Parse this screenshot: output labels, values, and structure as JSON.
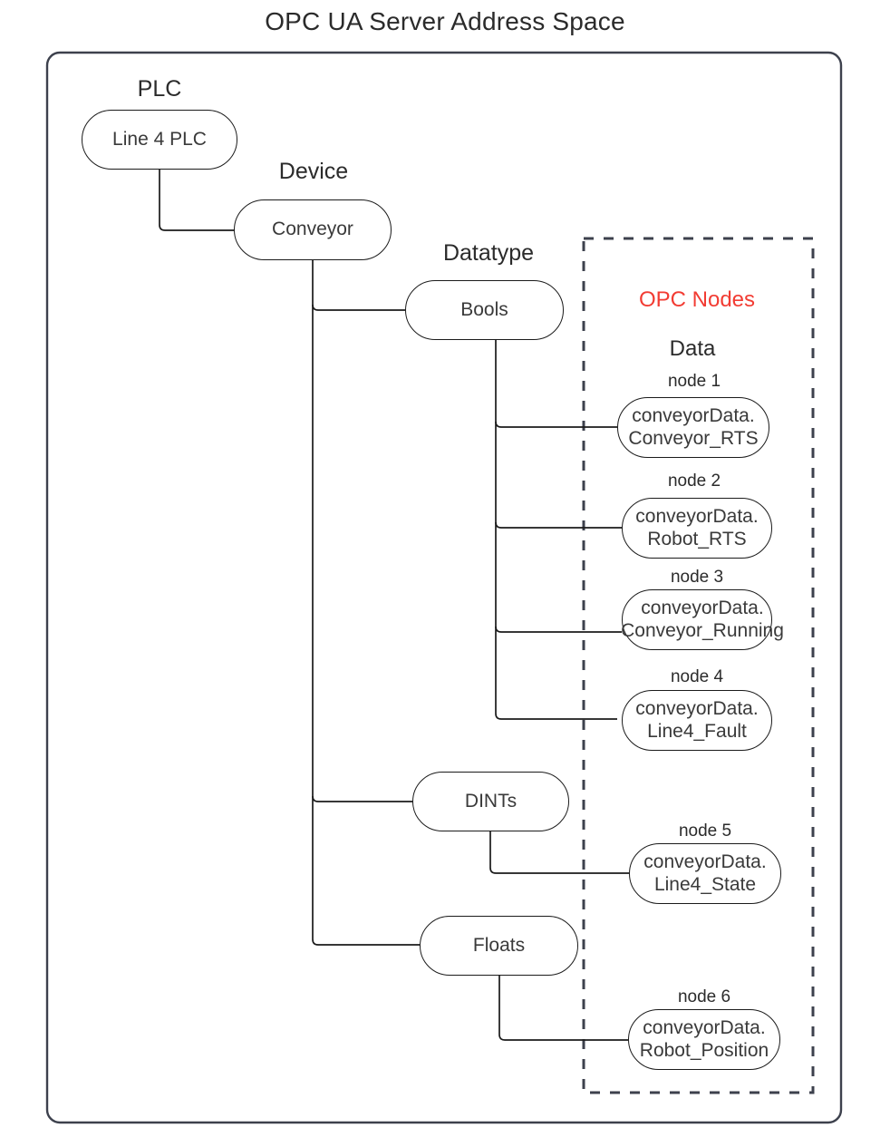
{
  "title": "OPC UA Server Address Space",
  "outer_container": {
    "name": "address-space-container"
  },
  "dashed_region": {
    "heading": "OPC Nodes",
    "heading_color": "#f23c33",
    "subheading": "Data"
  },
  "group_labels": {
    "plc": "PLC",
    "device": "Device",
    "datatype": "Datatype"
  },
  "hierarchy": {
    "plc_node": "Line 4 PLC",
    "device_node": "Conveyor",
    "datatypes": [
      {
        "label": "Bools"
      },
      {
        "label": "DINTs"
      },
      {
        "label": "Floats"
      }
    ]
  },
  "opc_nodes": [
    {
      "caption": "node 1",
      "line1": "conveyorData.",
      "line2": "Conveyor_RTS",
      "parent": "Bools"
    },
    {
      "caption": "node 2",
      "line1": "conveyorData.",
      "line2": "Robot_RTS",
      "parent": "Bools"
    },
    {
      "caption": "node 3",
      "line1": "conveyorData.",
      "line2": "Conveyor_Running",
      "parent": "Bools"
    },
    {
      "caption": "node 4",
      "line1": "conveyorData.",
      "line2": "Line4_Fault",
      "parent": "Bools"
    },
    {
      "caption": "node 5",
      "line1": "conveyorData.",
      "line2": "Line4_State",
      "parent": "DINTs"
    },
    {
      "caption": "node 6",
      "line1": "conveyorData.",
      "line2": "Robot_Position",
      "parent": "Floats"
    }
  ]
}
